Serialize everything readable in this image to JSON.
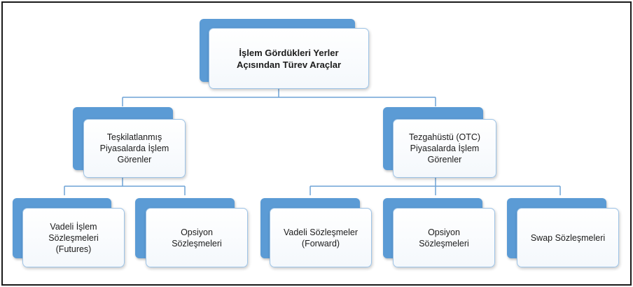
{
  "root": {
    "label": "İşlem Gördükleri Yerler\nAçısından Türev Araçlar"
  },
  "branches": [
    {
      "label": "Teşkilatlanmış\nPiyasalarda İşlem\nGörenler",
      "children": [
        {
          "label": "Vadeli İşlem\nSözleşmeleri\n(Futures)"
        },
        {
          "label": "Opsiyon\nSözleşmeleri"
        }
      ]
    },
    {
      "label": "Tezgahüstü (OTC)\nPiyasalarda İşlem\nGörenler",
      "children": [
        {
          "label": "Vadeli Sözleşmeler\n(Forward)"
        },
        {
          "label": "Opsiyon\nSözleşmeleri"
        },
        {
          "label": "Swap Sözleşmeleri"
        }
      ]
    }
  ],
  "colors": {
    "accent": "#5b9bd5",
    "border": "#9dc3e6",
    "line": "#6fa3d6"
  }
}
